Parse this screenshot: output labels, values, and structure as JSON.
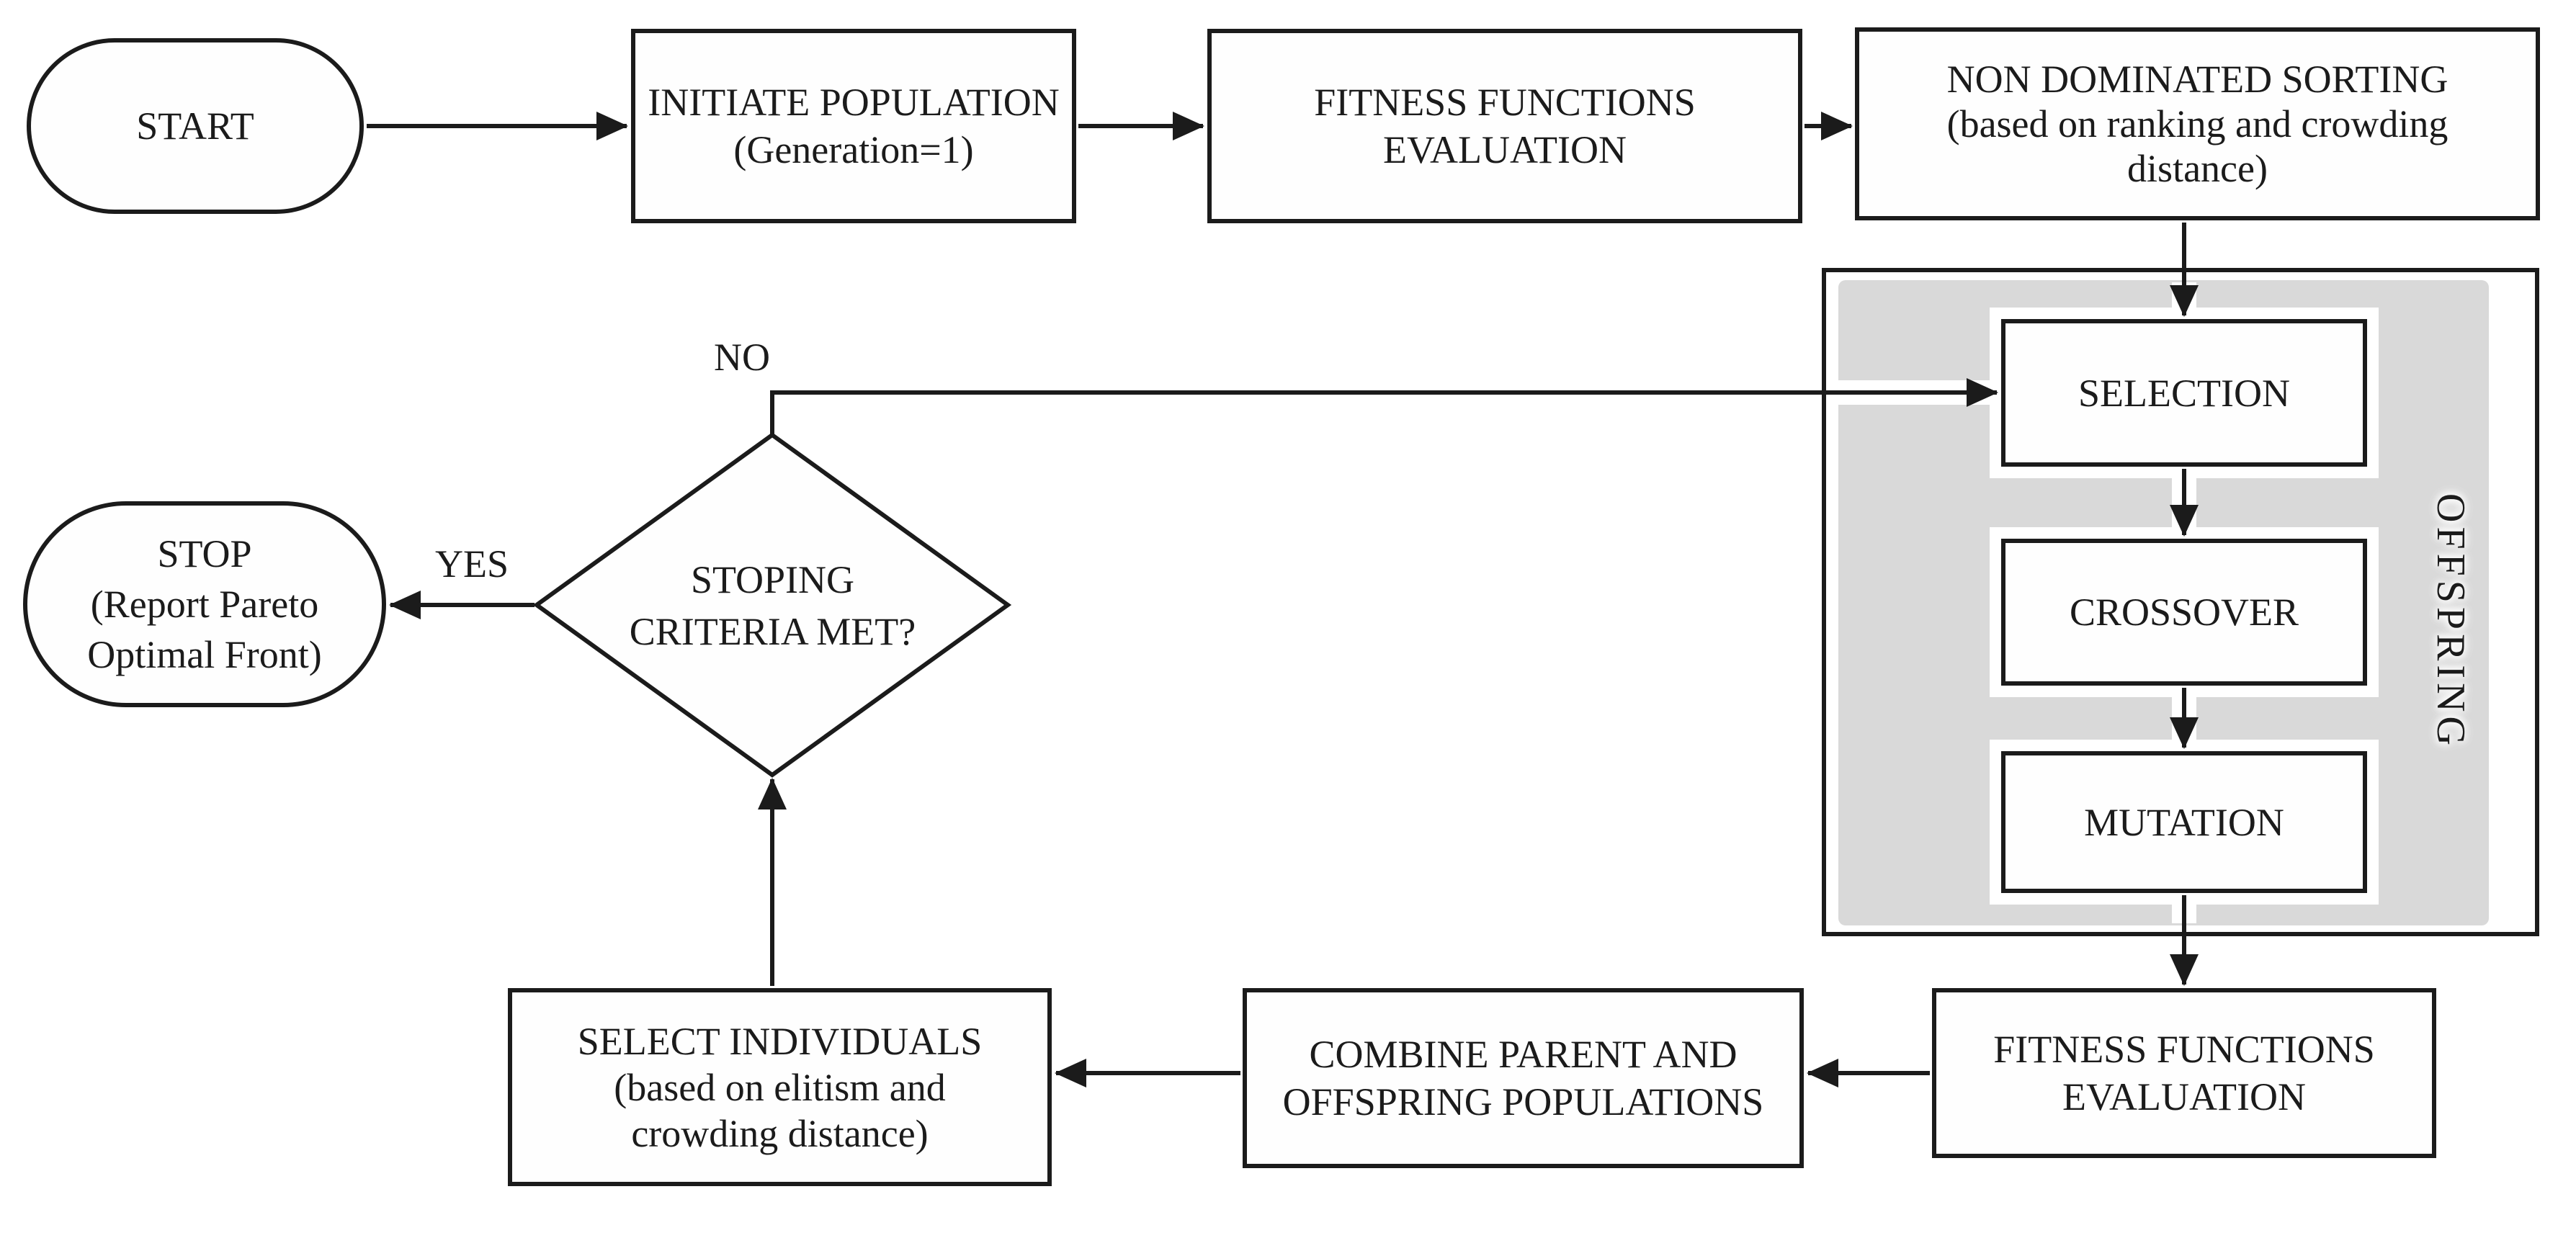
{
  "nodes": {
    "start": {
      "label": "START"
    },
    "initiate_population": {
      "line1": "INITIATE POPULATION",
      "line2": "(Generation=1)"
    },
    "fitness_evaluation_top": {
      "line1": "FITNESS FUNCTIONS",
      "line2": "EVALUATION"
    },
    "non_dominated_sorting": {
      "line1": "NON DOMINATED SORTING",
      "line2": "(based on ranking and crowding",
      "line3": "distance)"
    },
    "selection": {
      "label": "SELECTION"
    },
    "crossover": {
      "label": "CROSSOVER"
    },
    "mutation": {
      "label": "MUTATION"
    },
    "offspring_group": {
      "label": "OFFSPRING"
    },
    "fitness_evaluation_bottom": {
      "line1": "FITNESS FUNCTIONS",
      "line2": "EVALUATION"
    },
    "combine_populations": {
      "line1": "COMBINE PARENT AND",
      "line2": "OFFSPRING POPULATIONS"
    },
    "select_individuals": {
      "line1": "SELECT INDIVIDUALS",
      "line2": "(based on elitism and",
      "line3": "crowding distance)"
    },
    "stopping_criteria": {
      "line1": "STOPING",
      "line2": "CRITERIA MET?"
    },
    "stop": {
      "line1": "STOP",
      "line2": "(Report Pareto",
      "line3": "Optimal Front)"
    }
  },
  "edge_labels": {
    "no": "NO",
    "yes": "YES"
  },
  "edges": [
    {
      "from": "start",
      "to": "initiate_population",
      "label": ""
    },
    {
      "from": "initiate_population",
      "to": "fitness_evaluation_top",
      "label": ""
    },
    {
      "from": "fitness_evaluation_top",
      "to": "non_dominated_sorting",
      "label": ""
    },
    {
      "from": "non_dominated_sorting",
      "to": "selection",
      "label": ""
    },
    {
      "from": "selection",
      "to": "crossover",
      "label": ""
    },
    {
      "from": "crossover",
      "to": "mutation",
      "label": ""
    },
    {
      "from": "mutation",
      "to": "fitness_evaluation_bottom",
      "label": ""
    },
    {
      "from": "fitness_evaluation_bottom",
      "to": "combine_populations",
      "label": ""
    },
    {
      "from": "combine_populations",
      "to": "select_individuals",
      "label": ""
    },
    {
      "from": "select_individuals",
      "to": "stopping_criteria",
      "label": ""
    },
    {
      "from": "stopping_criteria",
      "to": "stop",
      "label": "YES"
    },
    {
      "from": "stopping_criteria",
      "to": "selection",
      "label": "NO"
    }
  ],
  "colors": {
    "stroke": "#1b1b1b",
    "node_fill": "#fefefe",
    "group_fill": "#d9d9d9",
    "background": "#ffffff"
  }
}
